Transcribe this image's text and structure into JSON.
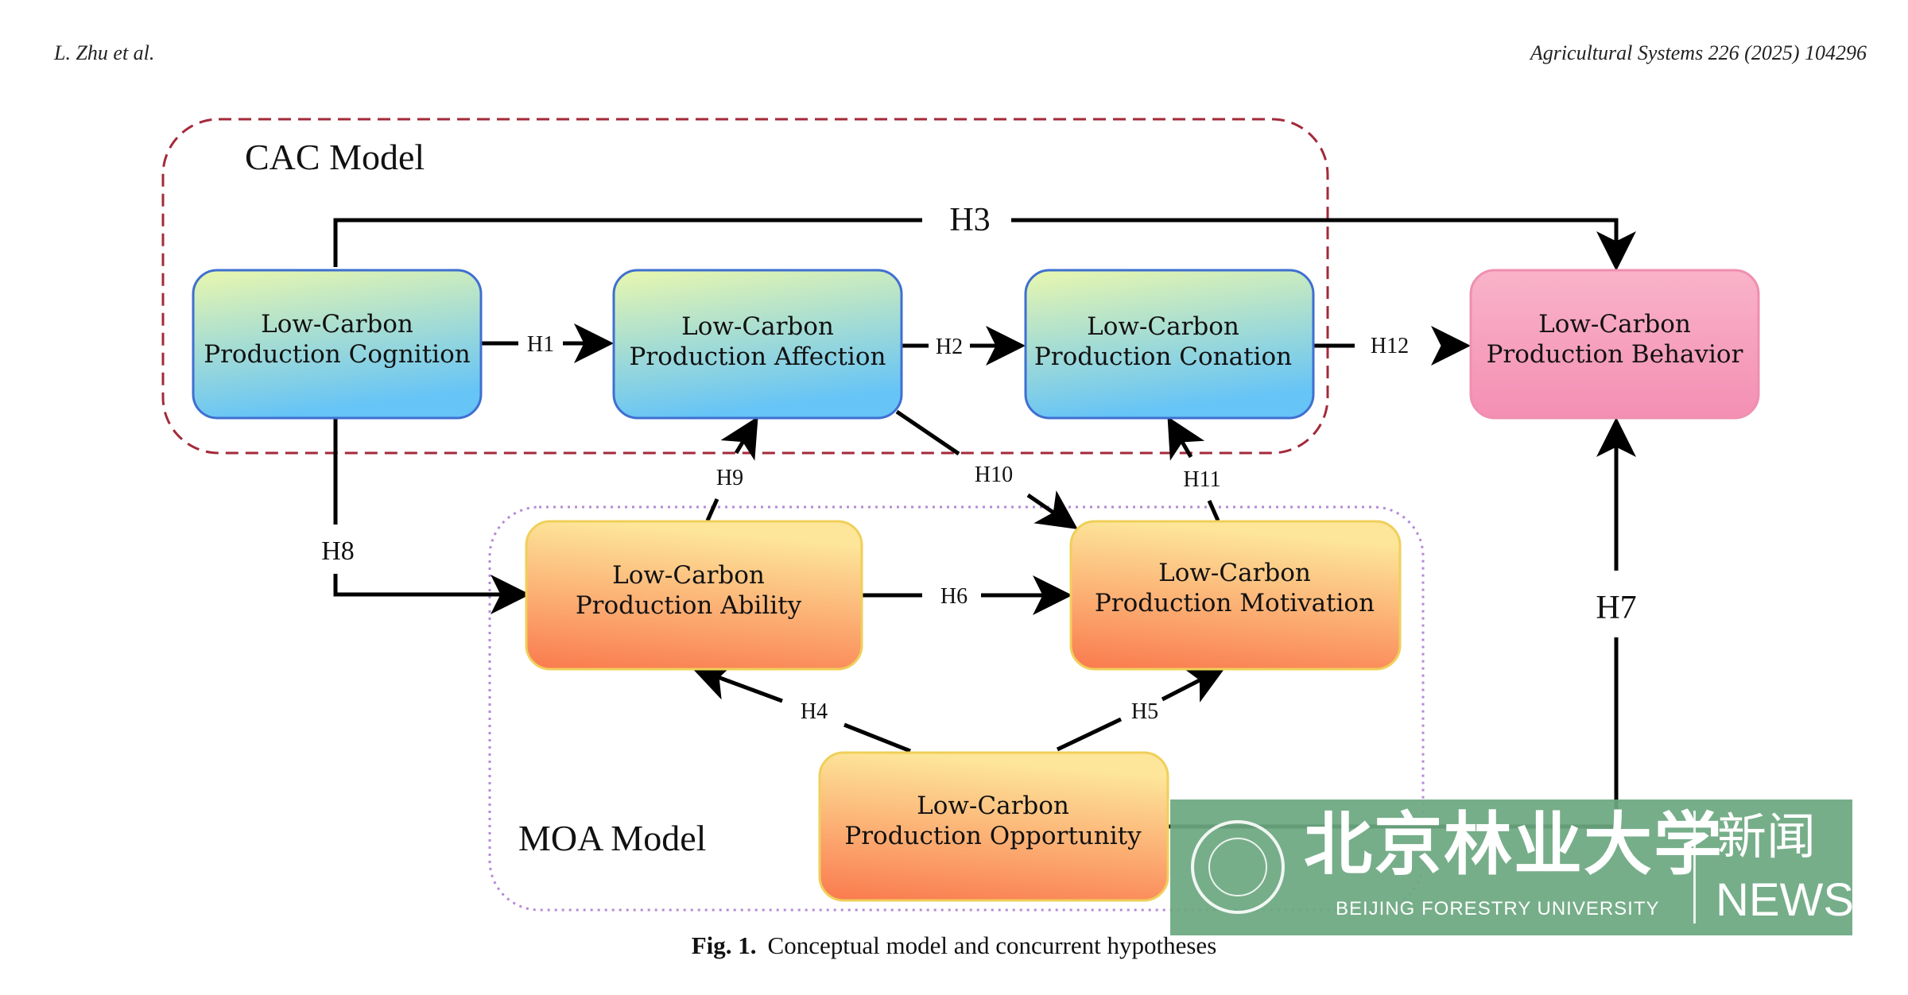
{
  "header": {
    "authors": "L. Zhu et al.",
    "journal": "Agricultural Systems 226 (2025) 104296"
  },
  "groups": {
    "cac": "CAC Model",
    "moa": "MOA Model"
  },
  "nodes": {
    "cognition": [
      "Low-Carbon",
      "Production Cognition"
    ],
    "affection": [
      "Low-Carbon",
      "Production Affection"
    ],
    "conation": [
      "Low-Carbon",
      "Production Conation"
    ],
    "behavior": [
      "Low-Carbon",
      "Production Behavior"
    ],
    "ability": [
      "Low-Carbon",
      "Production Ability"
    ],
    "motivation": [
      "Low-Carbon",
      "Production Motivation"
    ],
    "opportunity": [
      "Low-Carbon",
      "Production Opportunity"
    ]
  },
  "edges": {
    "h1": "H1",
    "h2": "H2",
    "h3": "H3",
    "h4": "H4",
    "h5": "H5",
    "h6": "H6",
    "h7": "H7",
    "h8": "H8",
    "h9": "H9",
    "h10": "H10",
    "h11": "H11",
    "h12": "H12"
  },
  "caption": {
    "label": "Fig. 1.",
    "text": "Conceptual model and concurrent hypotheses"
  },
  "watermark": {
    "name_cn": "北京林业大学",
    "name_en": "BEIJING FORESTRY UNIVERSITY",
    "news_cn": "新闻",
    "news_en": "NEWS"
  },
  "colors": {
    "cac_border": "#a32a3a",
    "moa_border": "#b58ad6",
    "cac_node_top": "#e8f7b0",
    "cac_node_bottom": "#6ec9f5",
    "moa_node_top": "#fde39a",
    "moa_node_bottom": "#fb7f4f",
    "behavior_node": "#f6a3c0",
    "watermark_green": "#6ca880"
  }
}
